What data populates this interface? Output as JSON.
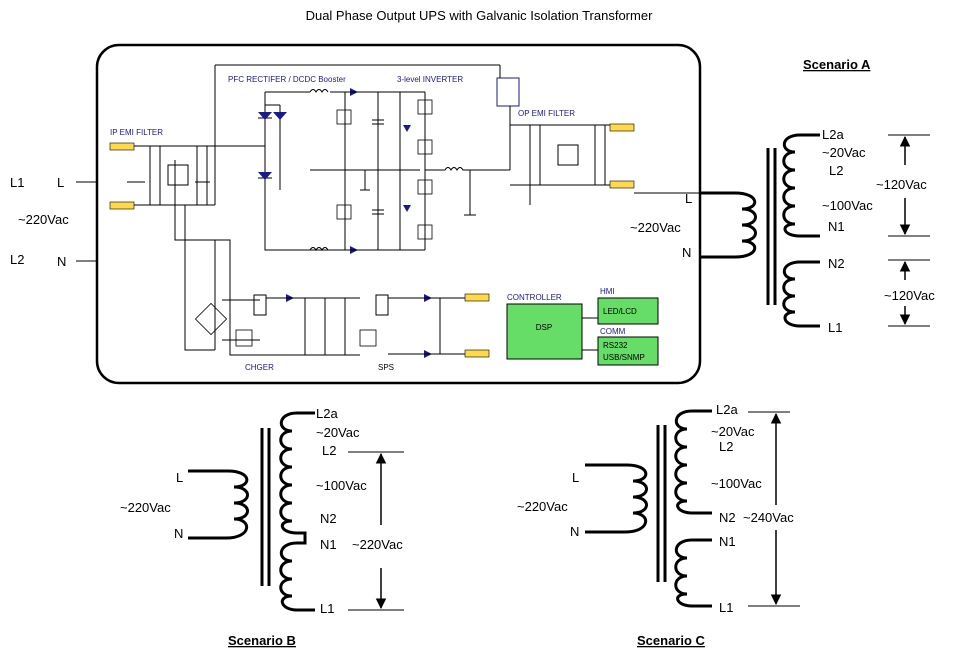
{
  "title": "Dual Phase Output UPS with Galvanic Isolation Transformer",
  "ups": {
    "input": {
      "l1": "L1",
      "l": "L",
      "voltage": "~220Vac",
      "l2": "L2",
      "n": "N"
    },
    "blocks": {
      "ip_emi": "IP EMI FILTER",
      "pfc": "PFC RECTIFER / DCDC Booster",
      "inverter": "3-level INVERTER",
      "op_emi": "OP EMI FILTER",
      "controller": "CONTROLLER",
      "dsp": "DSP",
      "hmi": "HMI",
      "led": "LED/LCD",
      "comm": "COMM",
      "rs232": "RS232",
      "usb": "USB/SNMP",
      "chger": "CHGER",
      "sps": "SPS"
    }
  },
  "scenario_a": {
    "heading": "Scenario  A",
    "l": "L",
    "n": "N",
    "primary": "~220Vac",
    "l2a": "L2a",
    "v20": "~20Vac",
    "l2": "L2",
    "v100": "~100Vac",
    "n1": "N1",
    "v120a": "~120Vac",
    "n2": "N2",
    "l1": "L1",
    "v120b": "~120Vac"
  },
  "scenario_b": {
    "heading": "Scenario  B",
    "l": "L",
    "n": "N",
    "primary": "~220Vac",
    "l2a": "L2a",
    "v20": "~20Vac",
    "l2": "L2",
    "v100": "~100Vac",
    "n2": "N2",
    "n1": "N1",
    "v220": "~220Vac",
    "l1": "L1"
  },
  "scenario_c": {
    "heading": "Scenario  C",
    "l": "L",
    "n": "N",
    "primary": "~220Vac",
    "l2a": "L2a",
    "v20": "~20Vac",
    "l2": "L2",
    "v100": "~100Vac",
    "n2": "N2",
    "n1": "N1",
    "v240": "~240Vac",
    "l1": "L1"
  }
}
